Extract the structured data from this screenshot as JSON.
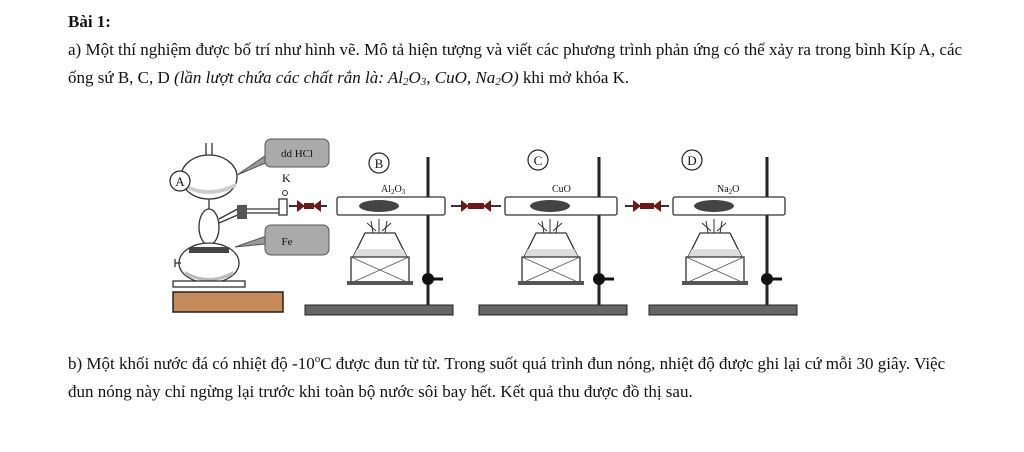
{
  "heading": "Bài 1:",
  "part_a": {
    "text_1": "a) Một thí nghiệm được bố trí như hình vẽ. Mô tả hiện tượng và viết các phương trình phản ứng có thể xảy ra trong bình Kíp A, các ống sứ B, C, D ",
    "italic_1": "(lần lượt chứa các chất rắn là: Al",
    "al_sub_2": "2",
    "al_o": "O",
    "al_sub_3": "3",
    "cuo": ", CuO, Na",
    "na_sub_2": "2",
    "na_o": "O)",
    "text_2": " khi mở khóa K."
  },
  "figure": {
    "label_A": "A",
    "label_B": "B",
    "label_C": "C",
    "label_D": "D",
    "label_K": "K",
    "callout_hcl": "dd HCl",
    "callout_fe": "Fe",
    "tube_B": "Al",
    "tube_B_sub": "2",
    "tube_B_mid": "O",
    "tube_B_sub2": "3",
    "tube_C": "CuO",
    "tube_D": "Na",
    "tube_D_sub": "2",
    "tube_D_end": "O"
  },
  "part_b": {
    "text_1": "b) Một khối nước đá có nhiệt độ -10",
    "deg": "o",
    "text_2": "C được đun từ từ. Trong suốt quá trình đun nóng, nhiệt độ được ghi lại cứ mỗi 30 giây. Việc đun nóng này chỉ ngừng lại trước khi toàn bộ nước sôi bay hết. Kết quả thu được đồ thị sau."
  }
}
